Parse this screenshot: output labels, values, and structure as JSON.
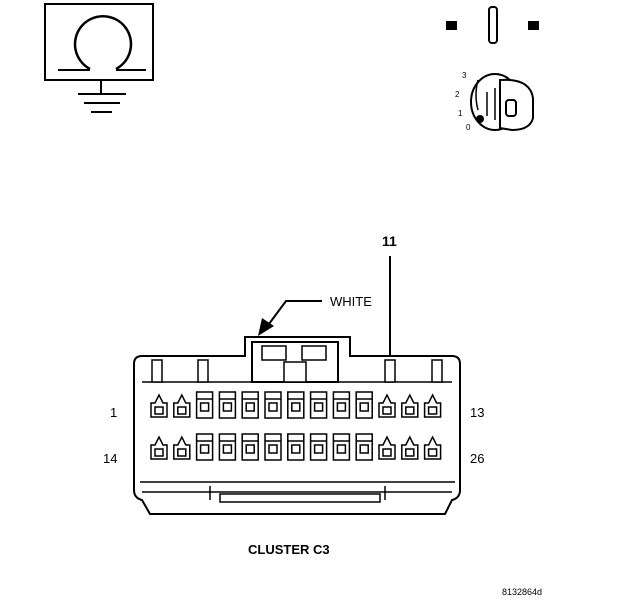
{
  "connector": {
    "pin_start_top": "1",
    "pin_end_top": "13",
    "pin_start_bottom": "14",
    "pin_end_bottom": "26",
    "highlighted_pin": "11",
    "latch_label": "WHITE",
    "name": "CLUSTER C3"
  },
  "ignition_key": {
    "positions": [
      "3",
      "2",
      "1",
      "0"
    ]
  },
  "figure_id": "8132864d"
}
